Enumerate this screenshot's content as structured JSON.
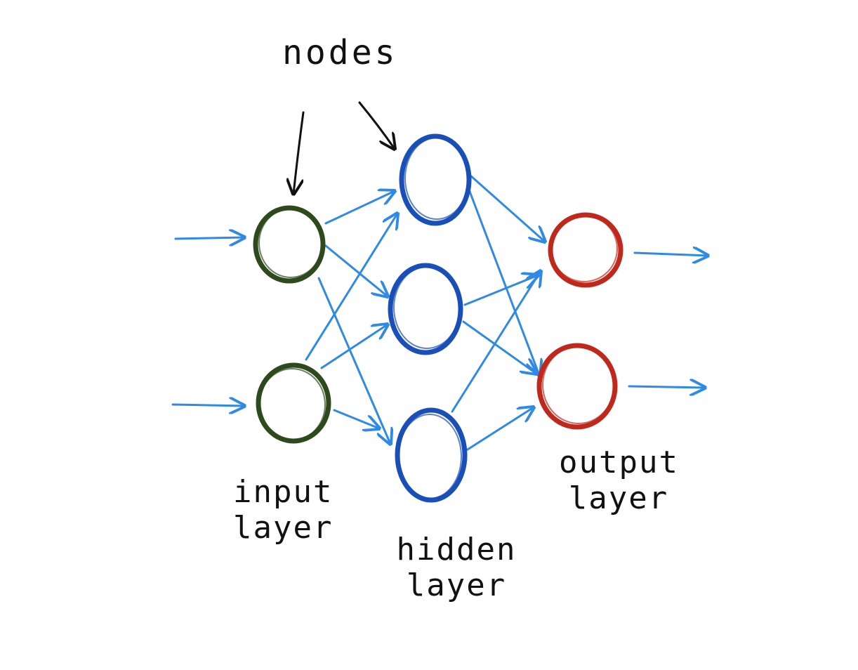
{
  "diagram": {
    "title": "",
    "annotation": {
      "text": "nodes"
    },
    "layers": {
      "input": {
        "label_line1": "input",
        "label_line2": "layer",
        "color": "#2e4a1c"
      },
      "hidden": {
        "label_line1": "hidden",
        "label_line2": "layer",
        "color": "#1a4fb8"
      },
      "output": {
        "label_line1": "output",
        "label_line2": "layer",
        "color": "#c0281c"
      }
    },
    "edge_color": "#2f8ae6",
    "pointer_color": "#111111"
  }
}
